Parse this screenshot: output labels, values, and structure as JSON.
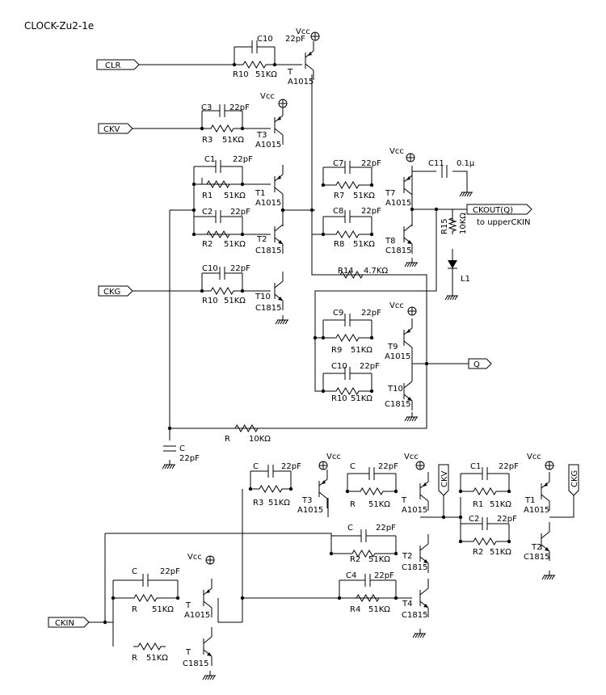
{
  "title": "CLOCK-Zu2-1e",
  "vcc": "Vcc",
  "ports": {
    "clr": "CLR",
    "ckv": "CKV",
    "ckg": "CKG",
    "ckin": "CKIN",
    "ckout": "CKOUT(Q)",
    "q": "Q",
    "ckv_vert": "CKV",
    "ckg_vert": "CKG"
  },
  "notes": {
    "to_upper": "to upperCKIN"
  },
  "parts": [
    {
      "ref": "C10",
      "val": "22pF"
    },
    {
      "ref": "R10",
      "val": "51KΩ"
    },
    {
      "ref": "T",
      "val": "A1015"
    },
    {
      "ref": "C3",
      "val": "22pF"
    },
    {
      "ref": "R3",
      "val": "51KΩ"
    },
    {
      "ref": "T3",
      "val": "A1015"
    },
    {
      "ref": "C1",
      "val": "22pF"
    },
    {
      "ref": "R1",
      "val": "51KΩ"
    },
    {
      "ref": "T1",
      "val": "A1015"
    },
    {
      "ref": "C2",
      "val": "22pF"
    },
    {
      "ref": "R2",
      "val": "51KΩ"
    },
    {
      "ref": "T2",
      "val": "C1815"
    },
    {
      "ref": "C10",
      "val": "22pF"
    },
    {
      "ref": "R10",
      "val": "51KΩ"
    },
    {
      "ref": "T10",
      "val": "C1815"
    },
    {
      "ref": "C7",
      "val": "22pF"
    },
    {
      "ref": "R7",
      "val": "51KΩ"
    },
    {
      "ref": "T7",
      "val": "A1015"
    },
    {
      "ref": "C11",
      "val": "0.1μ"
    },
    {
      "ref": "C8",
      "val": "22pF"
    },
    {
      "ref": "R8",
      "val": "51KΩ"
    },
    {
      "ref": "T8",
      "val": "C1815"
    },
    {
      "ref": "R15",
      "val": "10KΩ"
    },
    {
      "ref": "L1",
      "val": ""
    },
    {
      "ref": "R14",
      "val": "4.7KΩ"
    },
    {
      "ref": "C9",
      "val": "22pF"
    },
    {
      "ref": "R9",
      "val": "51KΩ"
    },
    {
      "ref": "T9",
      "val": "A1015"
    },
    {
      "ref": "C10",
      "val": "22pF"
    },
    {
      "ref": "R10",
      "val": "51KΩ"
    },
    {
      "ref": "T10",
      "val": "C1815"
    },
    {
      "ref": "R",
      "val": "10KΩ"
    },
    {
      "ref": "C",
      "val": "22pF"
    },
    {
      "ref": "C",
      "val": "22pF"
    },
    {
      "ref": "R3",
      "val": "51KΩ"
    },
    {
      "ref": "T3",
      "val": "A1015"
    },
    {
      "ref": "C",
      "val": "22pF"
    },
    {
      "ref": "R",
      "val": "51KΩ"
    },
    {
      "ref": "T",
      "val": "A1015"
    },
    {
      "ref": "C",
      "val": "22pF"
    },
    {
      "ref": "R2",
      "val": "51KΩ"
    },
    {
      "ref": "T2",
      "val": "C1815"
    },
    {
      "ref": "C4",
      "val": "22pF"
    },
    {
      "ref": "R4",
      "val": "51KΩ"
    },
    {
      "ref": "T4",
      "val": "C1815"
    },
    {
      "ref": "C1",
      "val": "22pF"
    },
    {
      "ref": "R1",
      "val": "51KΩ"
    },
    {
      "ref": "T1",
      "val": "A1015"
    },
    {
      "ref": "C2",
      "val": "22pF"
    },
    {
      "ref": "R2",
      "val": "51KΩ"
    },
    {
      "ref": "T2",
      "val": "C1815"
    },
    {
      "ref": "C",
      "val": "22pF"
    },
    {
      "ref": "R",
      "val": "51KΩ"
    },
    {
      "ref": "T",
      "val": "A1015"
    },
    {
      "ref": "R",
      "val": "51KΩ"
    },
    {
      "ref": "T",
      "val": "C1815"
    }
  ]
}
